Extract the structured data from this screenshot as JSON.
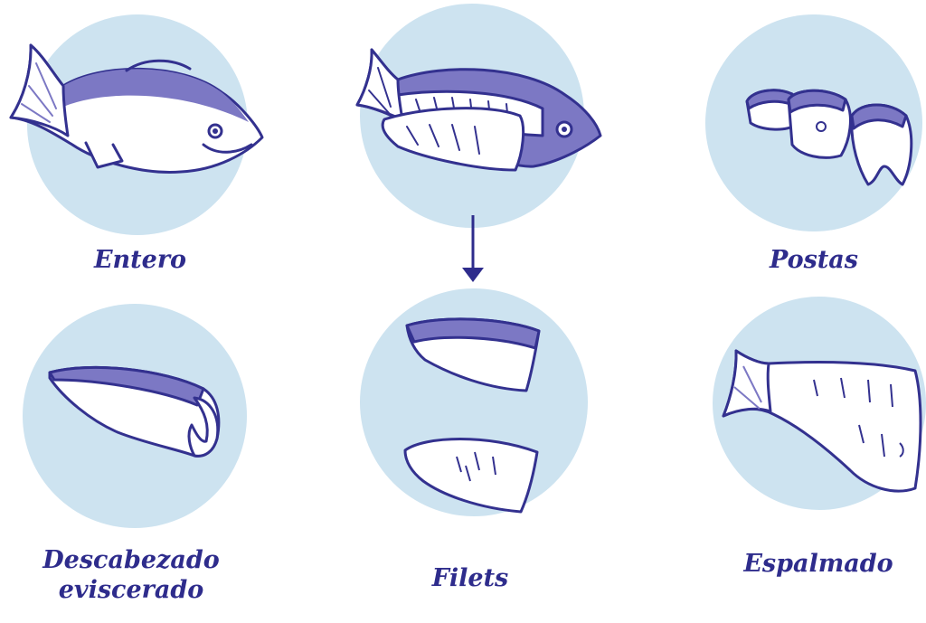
{
  "colors": {
    "circle": "#cde3f0",
    "ink": "#2e2c8c",
    "ink_light": "#7c78c4",
    "fish_body": "#ffffff",
    "stroke": "#33318f"
  },
  "cuts": [
    {
      "id": "entero",
      "label": "Entero",
      "icon": "whole-fish-icon"
    },
    {
      "id": "filets-source",
      "label": "",
      "icon": "fish-fillet-cut-icon"
    },
    {
      "id": "postas",
      "label": "Postas",
      "icon": "fish-steaks-icon"
    },
    {
      "id": "descabezado",
      "label_lines": [
        "Descabezado",
        "eviscerado"
      ],
      "icon": "headless-gutted-fish-icon"
    },
    {
      "id": "filets",
      "label": "Filets",
      "icon": "fish-fillets-icon"
    },
    {
      "id": "espalmado",
      "label": "Espalmado",
      "icon": "butterflied-fish-icon"
    }
  ],
  "arrow": {
    "icon": "arrow-down-icon"
  }
}
